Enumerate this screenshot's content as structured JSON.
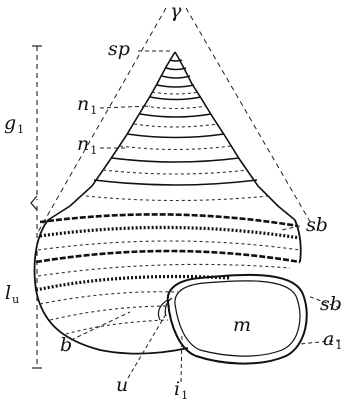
{
  "figure": {
    "labels": {
      "apex_angle": {
        "main": "γ",
        "sub": ""
      },
      "spire_tip": {
        "main": "sp",
        "sub": ""
      },
      "suture_upper": {
        "main": "n",
        "sub": "1"
      },
      "suture_lower": {
        "main": "n",
        "sub": "1"
      },
      "spire_height": {
        "main": "g",
        "sub": "1"
      },
      "body_whorl_height": {
        "main": "l",
        "sub": "u"
      },
      "spiral_band_upper": {
        "main": "sb",
        "sub": ""
      },
      "spiral_band_lower": {
        "main": "sb",
        "sub": ""
      },
      "aperture": {
        "main": "m",
        "sub": ""
      },
      "aperture_lip": {
        "main": "a",
        "sub": "1"
      },
      "base": {
        "main": "b",
        "sub": ""
      },
      "umbilicus": {
        "main": "u",
        "sub": ""
      },
      "inner_lip": {
        "main": "i",
        "sub": "1"
      }
    }
  }
}
